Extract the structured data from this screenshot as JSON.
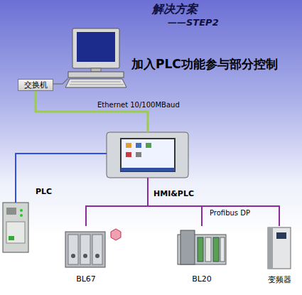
{
  "diagram": {
    "title": "解决方案",
    "nodes": [
      {
        "text": [
          "交换机"
        ]
      },
      {
        "text": [
          "HMI&PLC"
        ]
      },
      {
        "text": [
          "PLC"
        ]
      },
      {
        "text": [
          "BL67"
        ]
      },
      {
        "text": [
          "BL20"
        ]
      },
      {
        "text": [
          "变频器"
        ]
      }
    ],
    "edges": [
      {
        "from": 0,
        "to": 1,
        "arrow": "none",
        "label": "Ethernet 10/100MBaud"
      },
      {
        "from": 1,
        "to": 2,
        "arrow": "none"
      },
      {
        "from": 1,
        "to": 3,
        "arrow": "none"
      },
      {
        "from": 1,
        "to": 4,
        "arrow": "none"
      },
      {
        "from": 1,
        "to": 5,
        "arrow": "none"
      }
    ],
    "labels": [
      "——STEP2",
      "加入PLC功能参与部分控制",
      "Profibus DP"
    ]
  }
}
